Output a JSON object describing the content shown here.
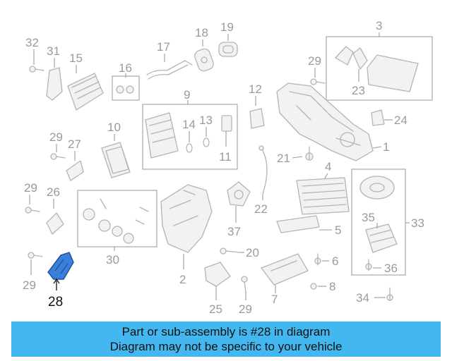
{
  "diagram": {
    "callouts": [
      "32",
      "31",
      "15",
      "16",
      "17",
      "18",
      "19",
      "3",
      "29",
      "23",
      "9",
      "12",
      "14",
      "13",
      "11",
      "29",
      "27",
      "10",
      "24",
      "1",
      "21",
      "4",
      "29",
      "26",
      "22",
      "5",
      "37",
      "20",
      "33",
      "35",
      "6",
      "30",
      "2",
      "36",
      "29",
      "8",
      "7",
      "25",
      "29",
      "34"
    ],
    "highlighted": "28"
  },
  "banner": {
    "line1": "Part or sub-assembly is #28 in diagram",
    "line2": "Diagram may not be specific to your vehicle",
    "color": "#43b8f0"
  }
}
